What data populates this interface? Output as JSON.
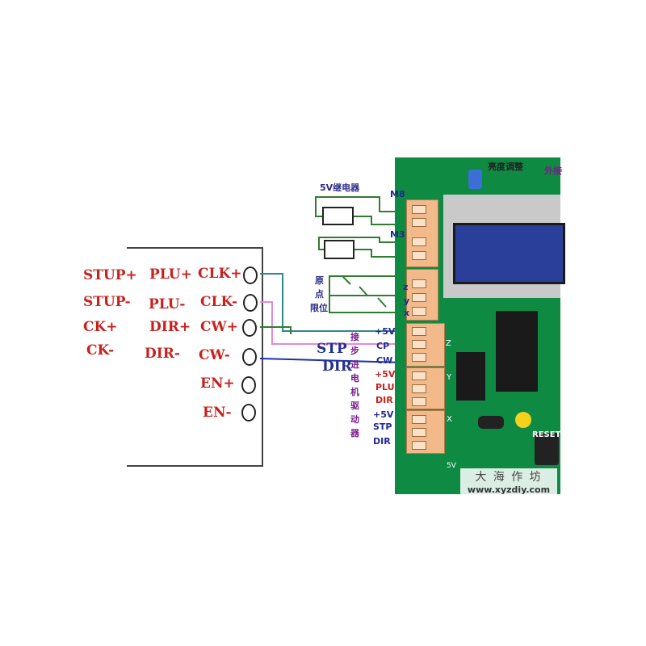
{
  "driver": {
    "terminals": [
      "CLK+",
      "CLK-",
      "CW+",
      "CW-",
      "EN+",
      "EN-"
    ],
    "alt1": [
      "PLU+",
      "PLU-",
      "DIR+",
      "DIR-"
    ],
    "alt2": [
      "STUP+",
      "STUP-",
      "CK+",
      "CK-"
    ]
  },
  "board": {
    "relay_label": "5V继电器",
    "brightness_label": "亮度调整",
    "external_label": "外接",
    "m8": "M8",
    "m3": "M3",
    "limit_label": [
      "原",
      "点",
      "限位"
    ],
    "axes_limit": [
      "z",
      "y",
      "x"
    ],
    "connect_label": [
      "接",
      "步",
      "进",
      "电",
      "机",
      "驱",
      "动",
      "器"
    ],
    "x_group": [
      "+5V",
      "CP",
      "CW"
    ],
    "y_group": [
      "+5V",
      "PLU",
      "DIR"
    ],
    "z_group": [
      "+5V",
      "STP",
      "DIR"
    ],
    "axis_letters": [
      "Z",
      "Y",
      "X"
    ],
    "stp": "STP",
    "dir": "DIR",
    "reset": "RESET",
    "fivev": "5V"
  },
  "watermark": {
    "cn": "大 海 作 坊",
    "url": "www.xyzdiy.com"
  },
  "colors": {
    "wire_green": "#2f7d2f",
    "wire_teal": "#2c8a8c",
    "wire_pink": "#e58ad9",
    "wire_blue": "#1e2fb0",
    "wire_navy": "#1f2a8f"
  }
}
